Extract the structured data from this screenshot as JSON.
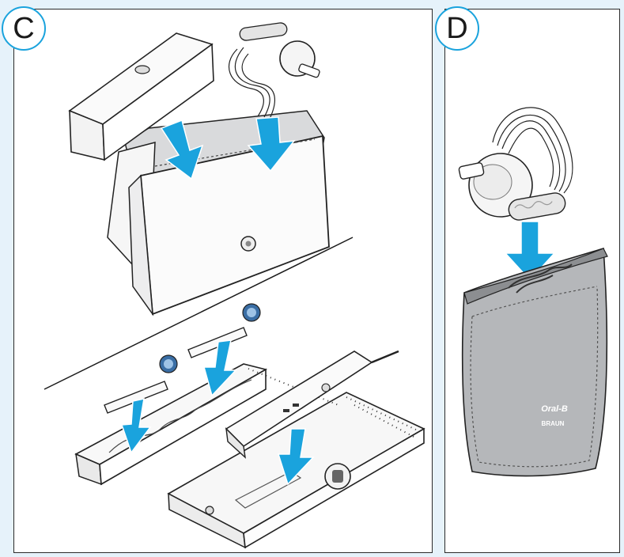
{
  "panels": {
    "c": {
      "label": "C"
    },
    "d": {
      "label": "D"
    }
  },
  "brand": {
    "logo_text": "Oral-B",
    "sub_logo_text": "BRAUN"
  },
  "colors": {
    "arrow": "#1aa3dd",
    "badge_border": "#1aa3dd",
    "page_background": "#e6f2fa",
    "pouch_gray": "#b5b7ba"
  }
}
